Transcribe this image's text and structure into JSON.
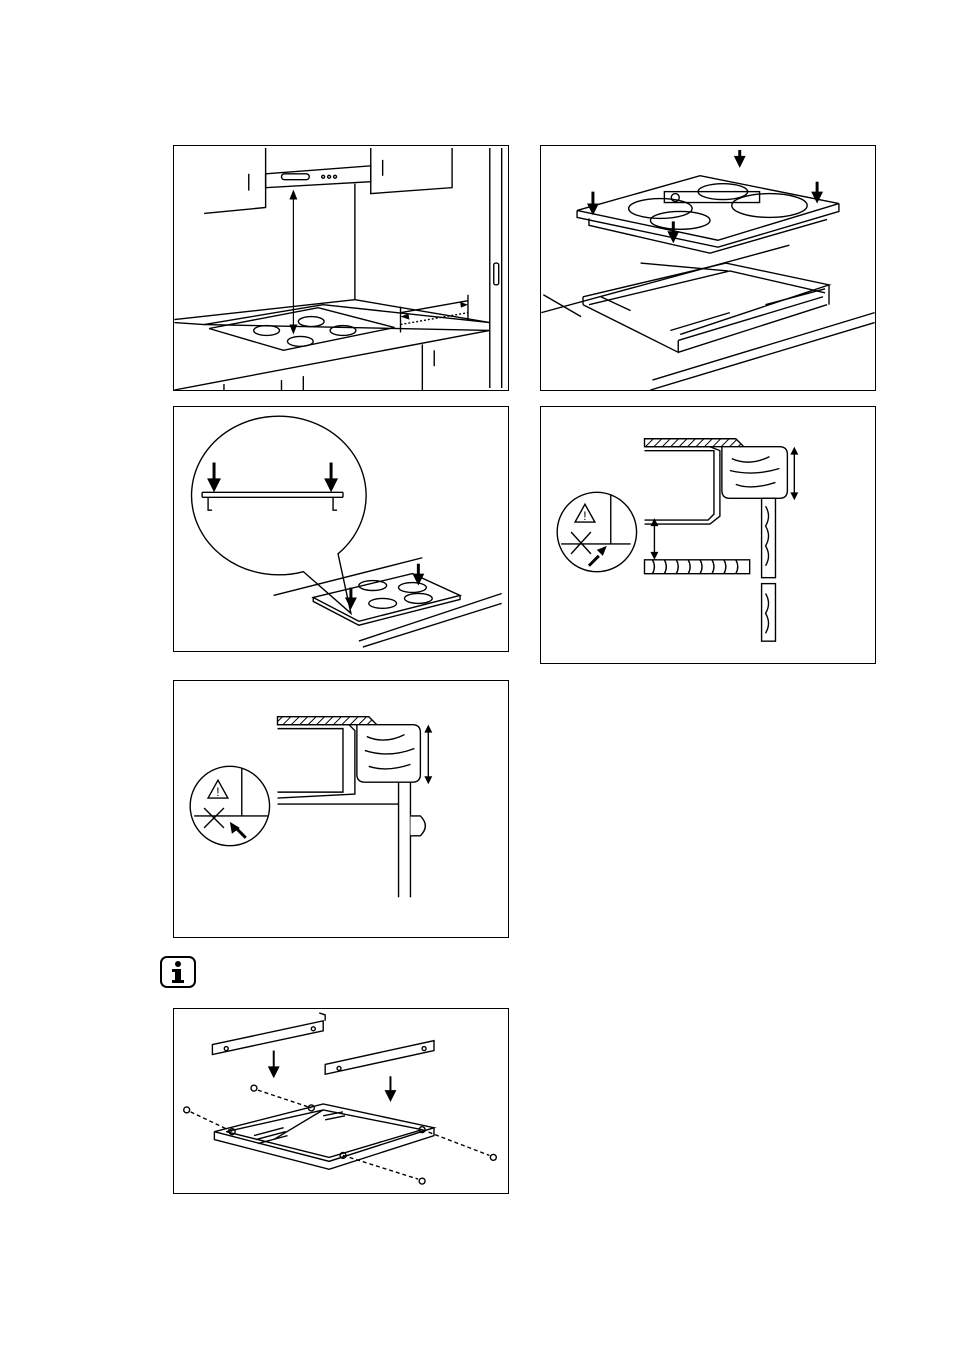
{
  "page": {
    "figures": [
      {
        "id": "fig-hood-distance",
        "description": ""
      },
      {
        "id": "fig-seal-frame",
        "description": ""
      },
      {
        "id": "fig-press-detail",
        "description": ""
      },
      {
        "id": "fig-clearance-drawer",
        "description": ""
      },
      {
        "id": "fig-clearance-door",
        "description": ""
      },
      {
        "id": "fig-protection-box",
        "description": ""
      }
    ],
    "icons": [
      "info-icon",
      "warning-icon"
    ]
  }
}
